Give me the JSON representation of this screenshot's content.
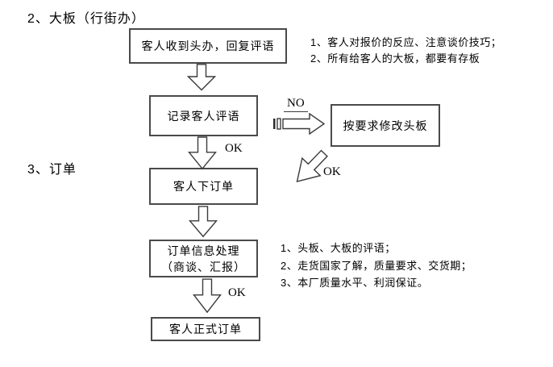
{
  "document": {
    "section2_title": "2、大板（行街办）",
    "section3_title": "3、订单"
  },
  "flow": {
    "box_receive": "客人收到头办，回复评语",
    "box_record": "记录客人评语",
    "box_modify": "按要求修改头板",
    "box_order": "客人下订单",
    "box_process_line1": "订单信息处理",
    "box_process_line2": "（商谈、汇报）",
    "box_formal": "客人正式订单",
    "label_no": "NO",
    "label_ok_after_record": "OK",
    "label_ok_after_modify": "OK",
    "label_ok_after_process": "OK"
  },
  "annotations": {
    "top": [
      "1、客人对报价的反应、注意谈价技巧；",
      "2、所有给客人的大板，都要有存板"
    ],
    "bottom": [
      "1、头板、大板的评语；",
      "2、走货国家了解，质量要求、交货期；",
      "3、本厂质量水平、利润保证。"
    ]
  },
  "colors": {
    "background": "#ffffff",
    "line": "#3a3a3a",
    "text": "#000000"
  }
}
